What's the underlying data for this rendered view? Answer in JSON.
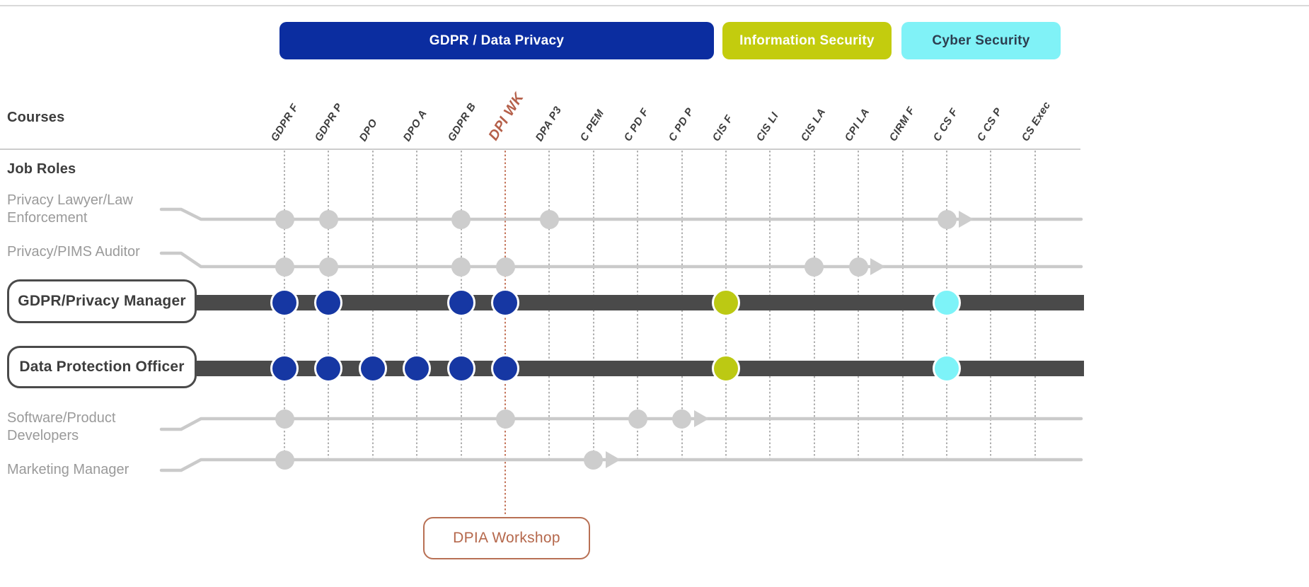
{
  "banners": [
    {
      "label": "GDPR / Data Privacy",
      "bg": "#0b2da0",
      "fg": "#ffffff"
    },
    {
      "label": "Information Security",
      "bg": "#c3cc0e",
      "fg": "#ffffff"
    },
    {
      "label": "Cyber Security",
      "bg": "#80f2f7",
      "fg": "#2d3e50"
    }
  ],
  "labels": {
    "courses": "Courses",
    "job_roles": "Job Roles"
  },
  "courses": [
    {
      "code": "GDPR F"
    },
    {
      "code": "GDPR P"
    },
    {
      "code": "DPO"
    },
    {
      "code": "DPO A"
    },
    {
      "code": "GDPR B"
    },
    {
      "code": "DPI WK",
      "highlight": true
    },
    {
      "code": "DPA P3"
    },
    {
      "code": "C PEM"
    },
    {
      "code": "C PD F"
    },
    {
      "code": "C PD P"
    },
    {
      "code": "CIS F"
    },
    {
      "code": "CIS LI"
    },
    {
      "code": "CIS LA"
    },
    {
      "code": "CPI LA"
    },
    {
      "code": "CIRM F"
    },
    {
      "code": "C CS F"
    },
    {
      "code": "C CS P"
    },
    {
      "code": "CS Exec"
    }
  ],
  "roles": [
    {
      "name": "Privacy Lawyer/Law Enforcement",
      "label_lines": [
        "Privacy Lawyer/Law",
        "Enforcement"
      ],
      "boxed": false,
      "dots": [
        {
          "course": "GDPR F",
          "color": "gray"
        },
        {
          "course": "GDPR P",
          "color": "gray"
        },
        {
          "course": "GDPR B",
          "color": "gray"
        },
        {
          "course": "DPA P3",
          "color": "gray"
        },
        {
          "course": "C CS F",
          "color": "gray"
        }
      ],
      "arrow_after": "C CS F"
    },
    {
      "name": "Privacy/PIMS Auditor",
      "label_lines": [
        "Privacy/PIMS Auditor"
      ],
      "boxed": false,
      "dots": [
        {
          "course": "GDPR F",
          "color": "gray"
        },
        {
          "course": "GDPR P",
          "color": "gray"
        },
        {
          "course": "GDPR B",
          "color": "gray"
        },
        {
          "course": "DPI WK",
          "color": "gray"
        },
        {
          "course": "CIS LA",
          "color": "gray"
        },
        {
          "course": "CPI LA",
          "color": "gray"
        }
      ],
      "arrow_after": "CPI LA"
    },
    {
      "name": "GDPR/Privacy Manager",
      "boxed": true,
      "dots": [
        {
          "course": "GDPR F",
          "color": "blue"
        },
        {
          "course": "GDPR P",
          "color": "blue"
        },
        {
          "course": "GDPR B",
          "color": "blue"
        },
        {
          "course": "DPI WK",
          "color": "blue"
        },
        {
          "course": "CIS F",
          "color": "olive"
        },
        {
          "course": "C CS F",
          "color": "cyan"
        }
      ]
    },
    {
      "name": "Data Protection Officer",
      "boxed": true,
      "dots": [
        {
          "course": "GDPR F",
          "color": "blue"
        },
        {
          "course": "GDPR P",
          "color": "blue"
        },
        {
          "course": "DPO",
          "color": "blue"
        },
        {
          "course": "DPO A",
          "color": "blue"
        },
        {
          "course": "GDPR B",
          "color": "blue"
        },
        {
          "course": "DPI WK",
          "color": "blue"
        },
        {
          "course": "CIS F",
          "color": "olive"
        },
        {
          "course": "C CS F",
          "color": "cyan"
        }
      ]
    },
    {
      "name": "Software/Product Developers",
      "label_lines": [
        "Software/Product",
        "Developers"
      ],
      "boxed": false,
      "dots": [
        {
          "course": "GDPR F",
          "color": "gray"
        },
        {
          "course": "DPI WK",
          "color": "gray"
        },
        {
          "course": "C PD F",
          "color": "gray"
        },
        {
          "course": "C PD P",
          "color": "gray"
        }
      ],
      "arrow_after": "C PD P"
    },
    {
      "name": "Marketing Manager",
      "label_lines": [
        "Marketing Manager"
      ],
      "boxed": false,
      "dots": [
        {
          "course": "GDPR F",
          "color": "gray"
        },
        {
          "course": "C PEM",
          "color": "gray"
        }
      ],
      "arrow_after": "C PEM"
    }
  ],
  "workshop": {
    "label": "DPIA Workshop",
    "connects_course": "DPI WK"
  },
  "colors": {
    "banner_blue": "#0b2da0",
    "banner_olive": "#c3cc0e",
    "banner_cyan": "#80f2f7",
    "dot_blue": "#1637a3",
    "dot_olive": "#bcc913",
    "dot_cyan": "#7df3f8",
    "dot_gray": "#cdcdcd",
    "track_dark": "#4a4a4a",
    "track_light": "#cacaca",
    "gridline_gray": "#b0b0b0",
    "accent_orange": "#b5684c",
    "heading_text": "#3d3d3d",
    "muted_text": "#9a9a9a"
  }
}
